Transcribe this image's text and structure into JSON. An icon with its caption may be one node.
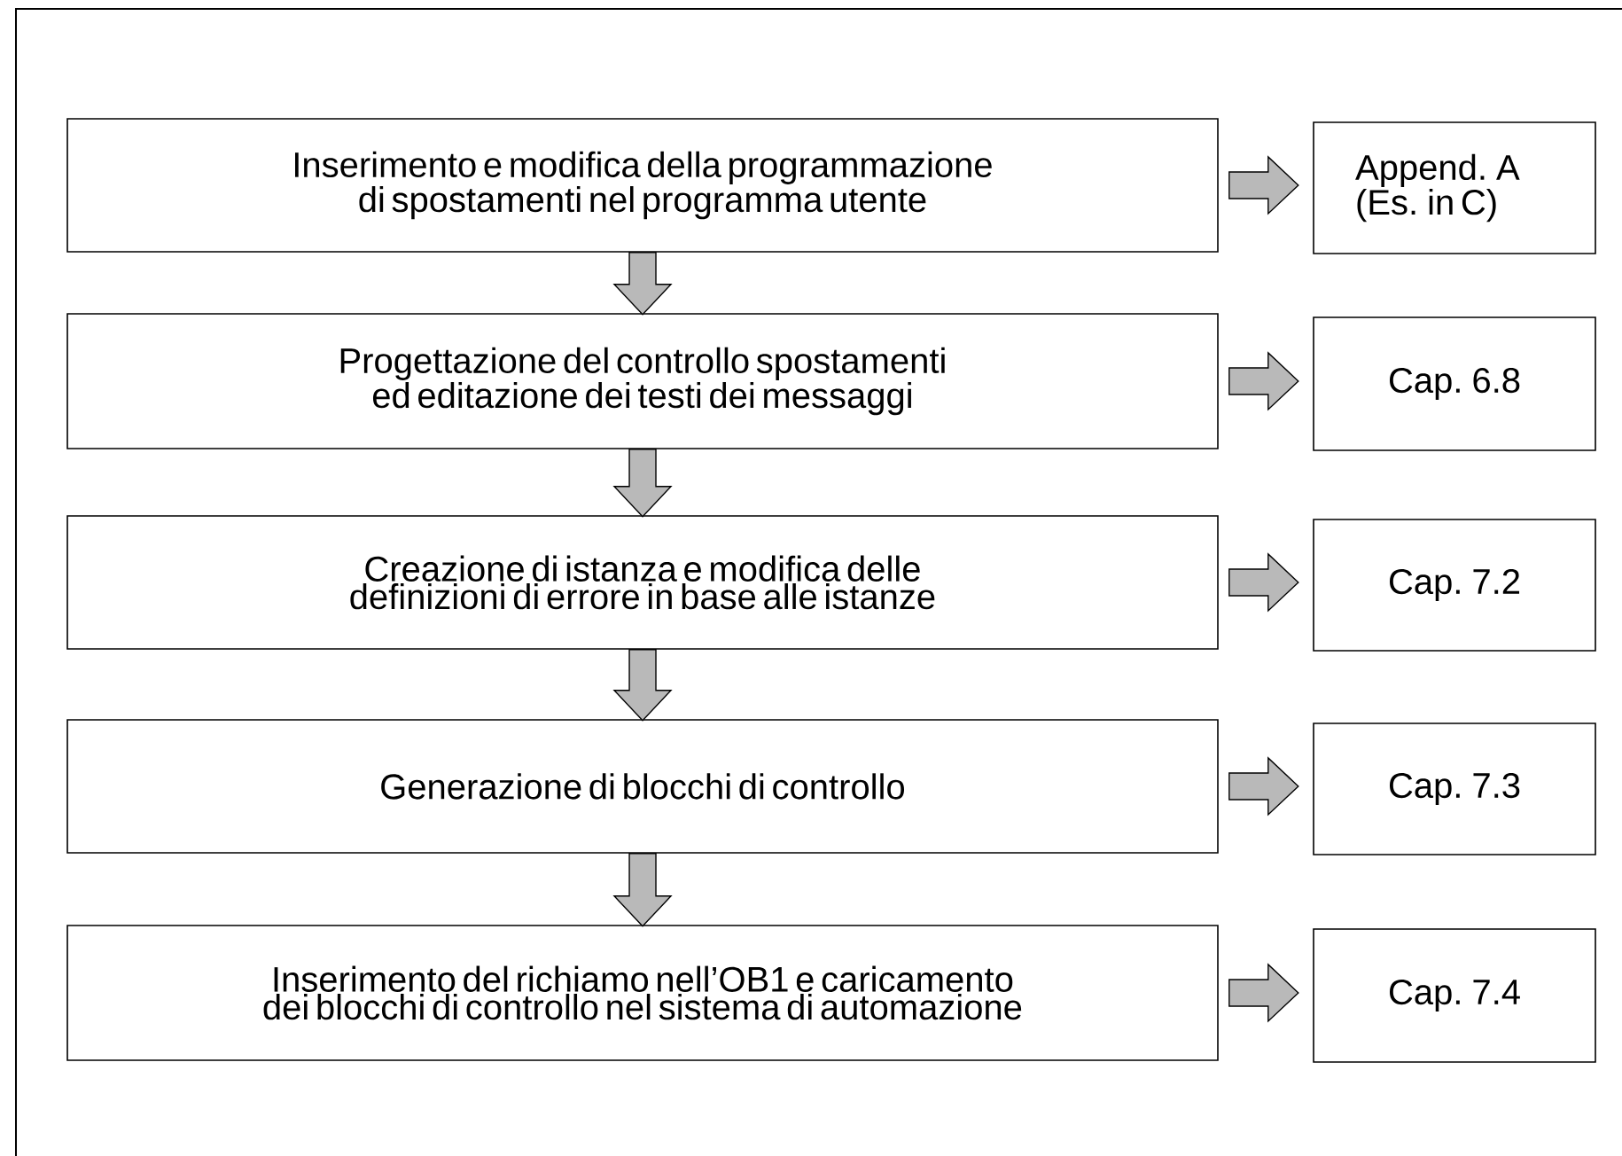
{
  "diagram": {
    "nodes": [
      {
        "text": [
          "Inserimento e modifica della programmazione di spostamenti nel programma utente"
        ]
      },
      {
        "text": [
          "Append. A (Es. in C)"
        ]
      },
      {
        "text": [
          "Progettazione del controllo spostamenti ed editazione dei testi dei messaggi"
        ]
      },
      {
        "text": [
          "Cap. 6.8"
        ]
      },
      {
        "text": [
          "Creazione di istanza e modifica delle definizioni di errore in base alle istanze"
        ]
      },
      {
        "text": [
          "Cap. 7.2"
        ]
      },
      {
        "text": [
          "Generazione di blocchi di controllo"
        ]
      },
      {
        "text": [
          "Cap. 7.3"
        ]
      },
      {
        "text": [
          "Inserimento del richiamo nell’OB1 e caricamento dei blocchi di controllo nel sistema di automazione"
        ]
      },
      {
        "text": [
          "Cap. 7.4"
        ]
      }
    ],
    "edges": [
      {
        "from": 0,
        "to": 1,
        "arrow": "to"
      },
      {
        "from": 0,
        "to": 2,
        "arrow": "to"
      },
      {
        "from": 2,
        "to": 3,
        "arrow": "to"
      },
      {
        "from": 2,
        "to": 4,
        "arrow": "to"
      },
      {
        "from": 4,
        "to": 5,
        "arrow": "to"
      },
      {
        "from": 4,
        "to": 6,
        "arrow": "to"
      },
      {
        "from": 6,
        "to": 7,
        "arrow": "to"
      },
      {
        "from": 6,
        "to": 8,
        "arrow": "to"
      },
      {
        "from": 8,
        "to": 9,
        "arrow": "to"
      }
    ]
  }
}
